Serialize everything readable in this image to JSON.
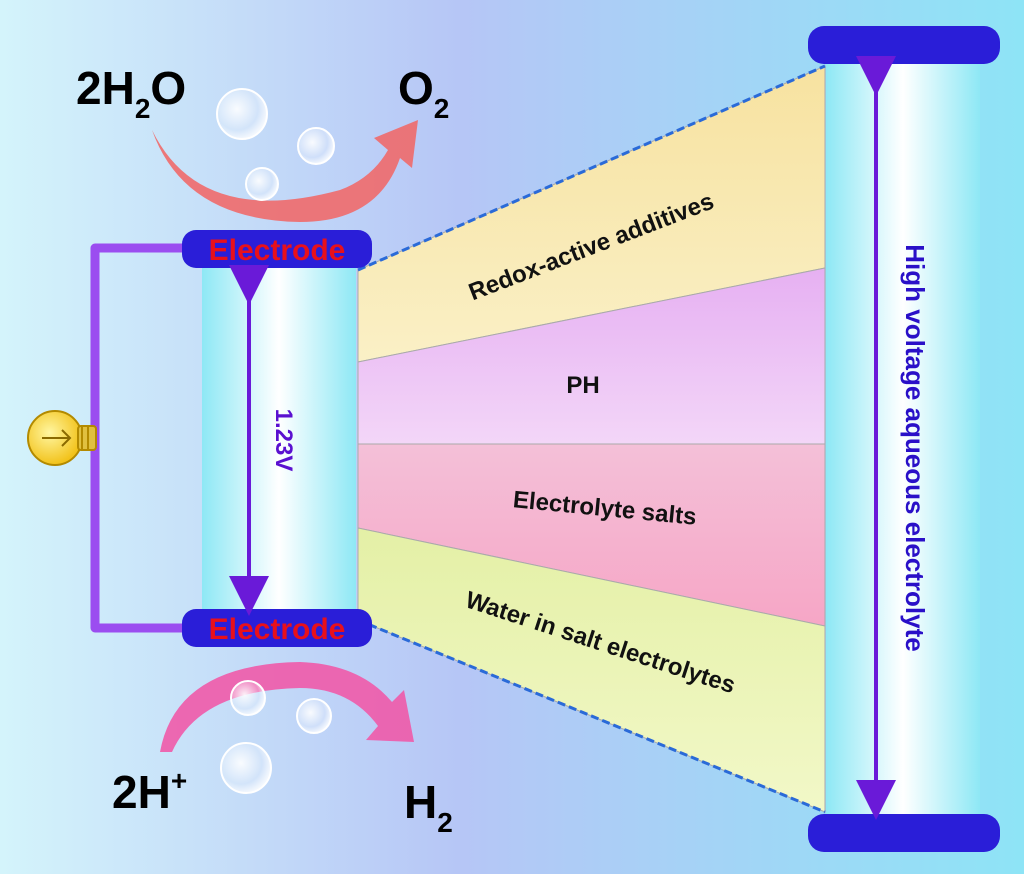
{
  "reactions": {
    "top_left": {
      "main": "2H",
      "sub": "2",
      "tail": "O"
    },
    "top_right": {
      "main": "O",
      "sub": "2"
    },
    "bottom_left": {
      "main": "2H",
      "sup": "+"
    },
    "bottom_right": {
      "main": "H",
      "sub": "2"
    }
  },
  "electrodes": {
    "top": "Electrode",
    "bottom": "Electrode"
  },
  "cell_voltage": "1.23V",
  "bands": [
    {
      "label": "Redox-active additives",
      "color": "#f5dc8a"
    },
    {
      "label": "PH",
      "color": "#e8b4f0"
    },
    {
      "label": "Electrolyte salts",
      "color": "#f5a8c8"
    },
    {
      "label": "Water in salt electrolytes",
      "color": "#e6f0a0"
    }
  ],
  "result_label": "High voltage aqueous electrolyte",
  "colors": {
    "circuit": "#9b4df0",
    "electrode": "#2a1ed8",
    "arrow_violet": "#6a1ad8",
    "oxygen_arrow": "#f06a6a",
    "hydrogen_arrow": "#f05aa8"
  },
  "icons": {
    "lamp": "light-bulb-icon"
  }
}
